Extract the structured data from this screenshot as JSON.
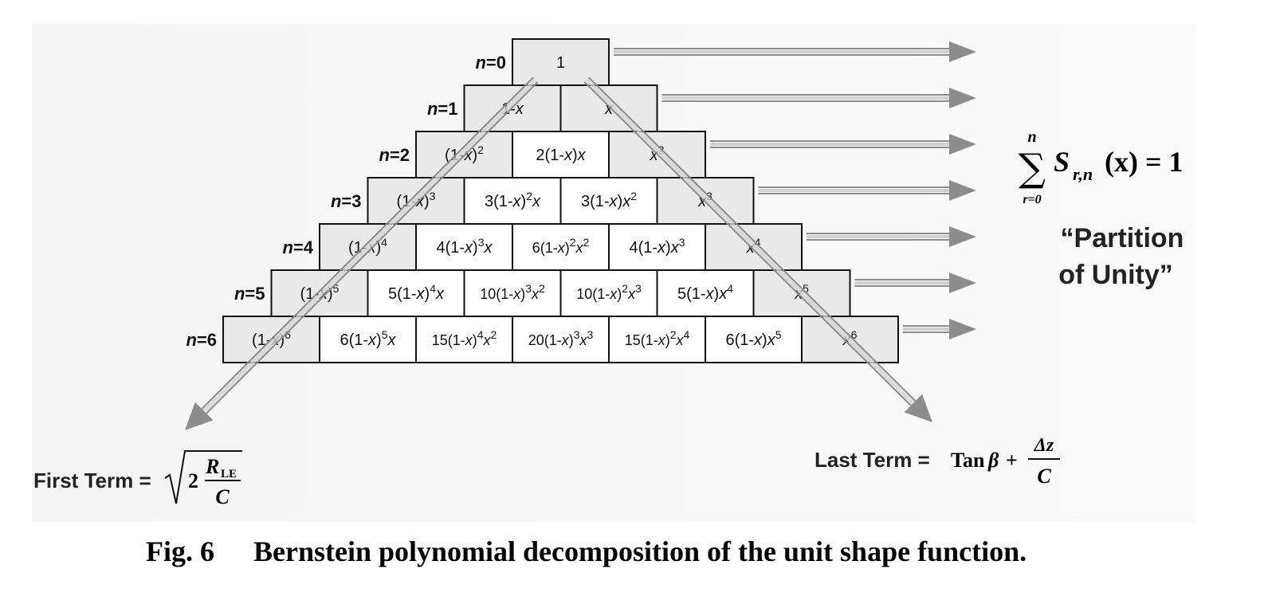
{
  "rows": [
    {
      "label": "n=0",
      "cells": [
        "1"
      ]
    },
    {
      "label": "n=1",
      "cells": [
        "1-x",
        "x"
      ]
    },
    {
      "label": "n=2",
      "cells": [
        "(1-x)^2",
        "2(1-x)x",
        "x^2"
      ]
    },
    {
      "label": "n=3",
      "cells": [
        "(1-x)^3",
        "3(1-x)^2x",
        "3(1-x)x^2",
        "x^3"
      ]
    },
    {
      "label": "n=4",
      "cells": [
        "(1-x)^4",
        "4(1-x)^3x",
        "6(1-x)^2x^2",
        "4(1-x)x^3",
        "x^4"
      ]
    },
    {
      "label": "n=5",
      "cells": [
        "(1-x)^5",
        "5(1-x)^4x",
        "10(1-x)^3x^2",
        "10(1-x)^2x^3",
        "5(1-x)x^4",
        "x^5"
      ]
    },
    {
      "label": "n=6",
      "cells": [
        "(1-x)^6",
        "6(1-x)^5x",
        "15(1-x)^4x^2",
        "20(1-x)^3x^3",
        "15(1-x)^2x^4",
        "6(1-x)x^5",
        "x^6"
      ]
    }
  ],
  "sum_formula": {
    "sum_upper": "n",
    "sum_lower": "r=0",
    "body": "S",
    "sub": "r,n",
    "rest": "(x) = 1"
  },
  "partition_label": [
    "“Partition",
    "of Unity”"
  ],
  "first_term": {
    "label": "First Term =",
    "num": "R",
    "num_sub": "LE",
    "coef": "2",
    "den": "C"
  },
  "last_term": {
    "label": "Last Term =",
    "expr": "Tan",
    "greek": "β",
    "plus": "+",
    "num": "Δz",
    "den": "C"
  },
  "caption": {
    "fig": "Fig. 6",
    "text": "Bernstein polynomial decomposition of the unit shape function."
  },
  "colors": {
    "shaded_cell": "#e9e9e9",
    "plain_cell": "#ffffff",
    "arrow": "#8c8c8c",
    "border": "#111111"
  }
}
